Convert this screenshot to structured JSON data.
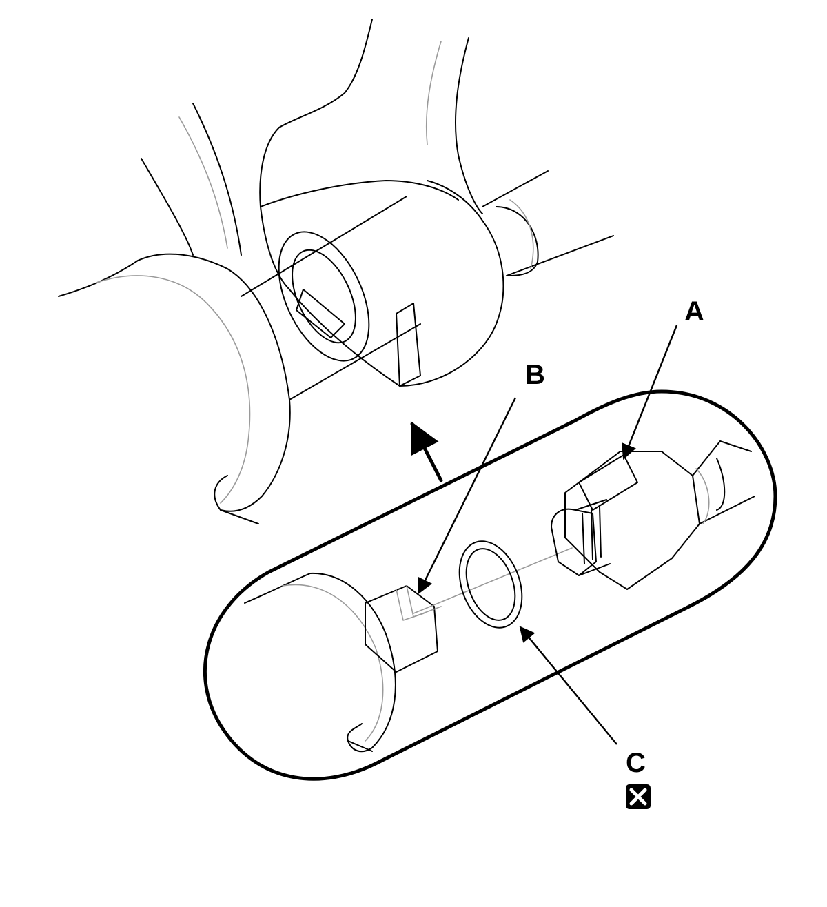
{
  "callouts": {
    "a": "A",
    "b": "B",
    "c": "C"
  },
  "symbols": {
    "c_replace_icon": "x-square-icon"
  },
  "colors": {
    "line": "#000000",
    "light_line": "#9a9a9a",
    "background": "#ffffff"
  }
}
